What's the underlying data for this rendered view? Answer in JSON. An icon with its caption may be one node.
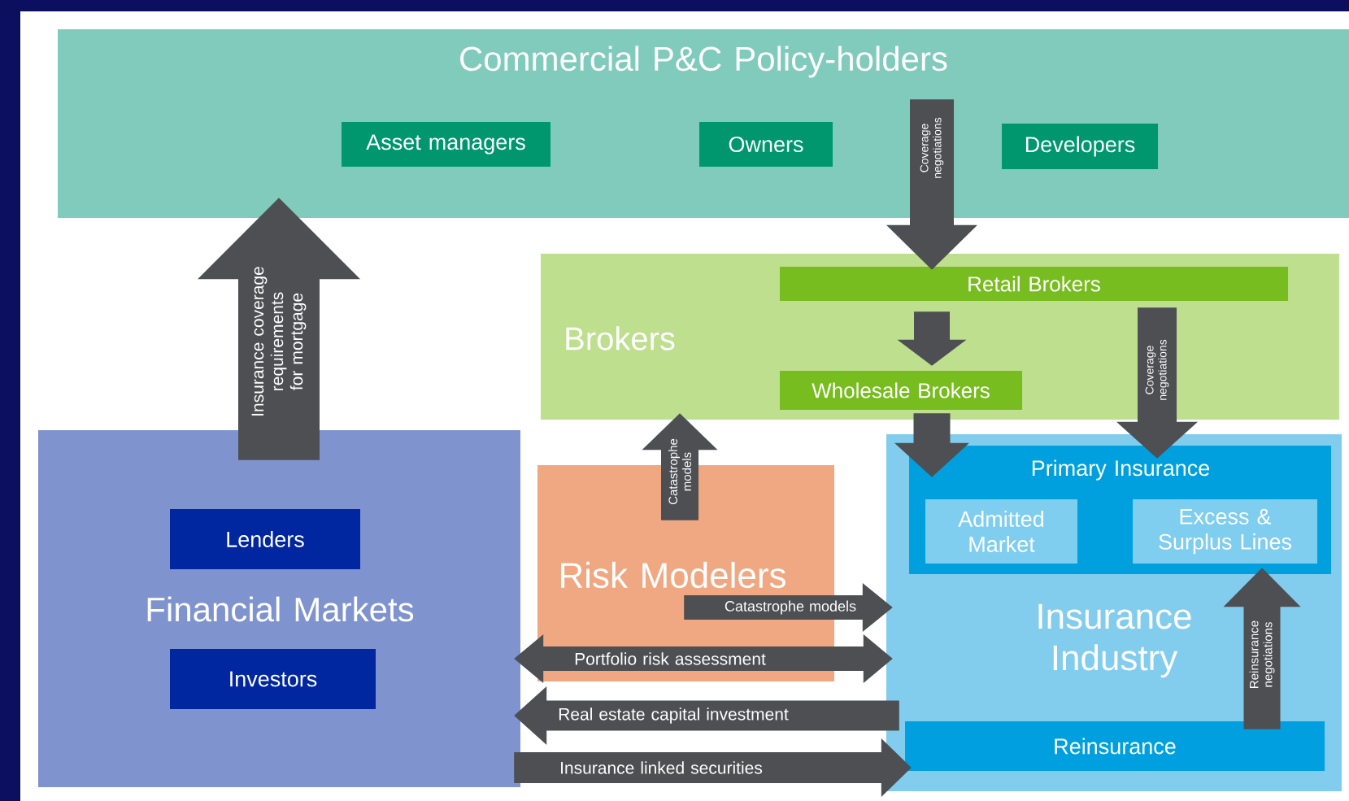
{
  "diagram": {
    "nodes": [
      {
        "text": [
          "Commercial P&C Policy-holders"
        ]
      },
      {
        "text": [
          "Asset managers"
        ],
        "in": 0
      },
      {
        "text": [
          "Owners"
        ],
        "in": 0
      },
      {
        "text": [
          "Developers"
        ],
        "in": 0
      },
      {
        "text": [
          "Brokers"
        ]
      },
      {
        "text": [
          "Retail Brokers"
        ],
        "in": 4
      },
      {
        "text": [
          "Wholesale Brokers"
        ],
        "in": 4
      },
      {
        "text": [
          "Financial Markets"
        ]
      },
      {
        "text": [
          "Lenders"
        ],
        "in": 7
      },
      {
        "text": [
          "Investors"
        ],
        "in": 7
      },
      {
        "text": [
          "Risk Modelers"
        ]
      },
      {
        "text": [
          "Insurance Industry"
        ]
      },
      {
        "text": [
          "Primary Insurance"
        ],
        "in": 11
      },
      {
        "text": [
          "Admitted Market"
        ],
        "in": 12
      },
      {
        "text": [
          "Excess & Surplus Lines"
        ],
        "in": 12
      },
      {
        "text": [
          "Reinsurance"
        ],
        "in": 11
      }
    ],
    "edges": [
      {
        "from": 7,
        "to": 0,
        "arrow": "to",
        "label": "Insurance coverage requirements for mortgage"
      },
      {
        "from": 0,
        "to": 5,
        "arrow": "to",
        "label": "Coverage negotiations"
      },
      {
        "from": 5,
        "to": 6,
        "arrow": "to"
      },
      {
        "from": 6,
        "to": 12,
        "arrow": "to"
      },
      {
        "from": 5,
        "to": 12,
        "arrow": "to",
        "label": "Coverage negotiations"
      },
      {
        "from": 10,
        "to": 4,
        "arrow": "to",
        "label": "Catastrophe models"
      },
      {
        "from": 10,
        "to": 11,
        "arrow": "to",
        "label": "Catastrophe models"
      },
      {
        "from": 7,
        "to": 11,
        "arrow": "both",
        "label": "Portfolio risk assessment"
      },
      {
        "from": 11,
        "to": 7,
        "arrow": "to",
        "label": "Real estate capital investment"
      },
      {
        "from": 7,
        "to": 15,
        "arrow": "to",
        "label": "Insurance linked securities"
      },
      {
        "from": 15,
        "to": 12,
        "arrow": "to",
        "label": "Reinsurance negotiations"
      }
    ]
  }
}
